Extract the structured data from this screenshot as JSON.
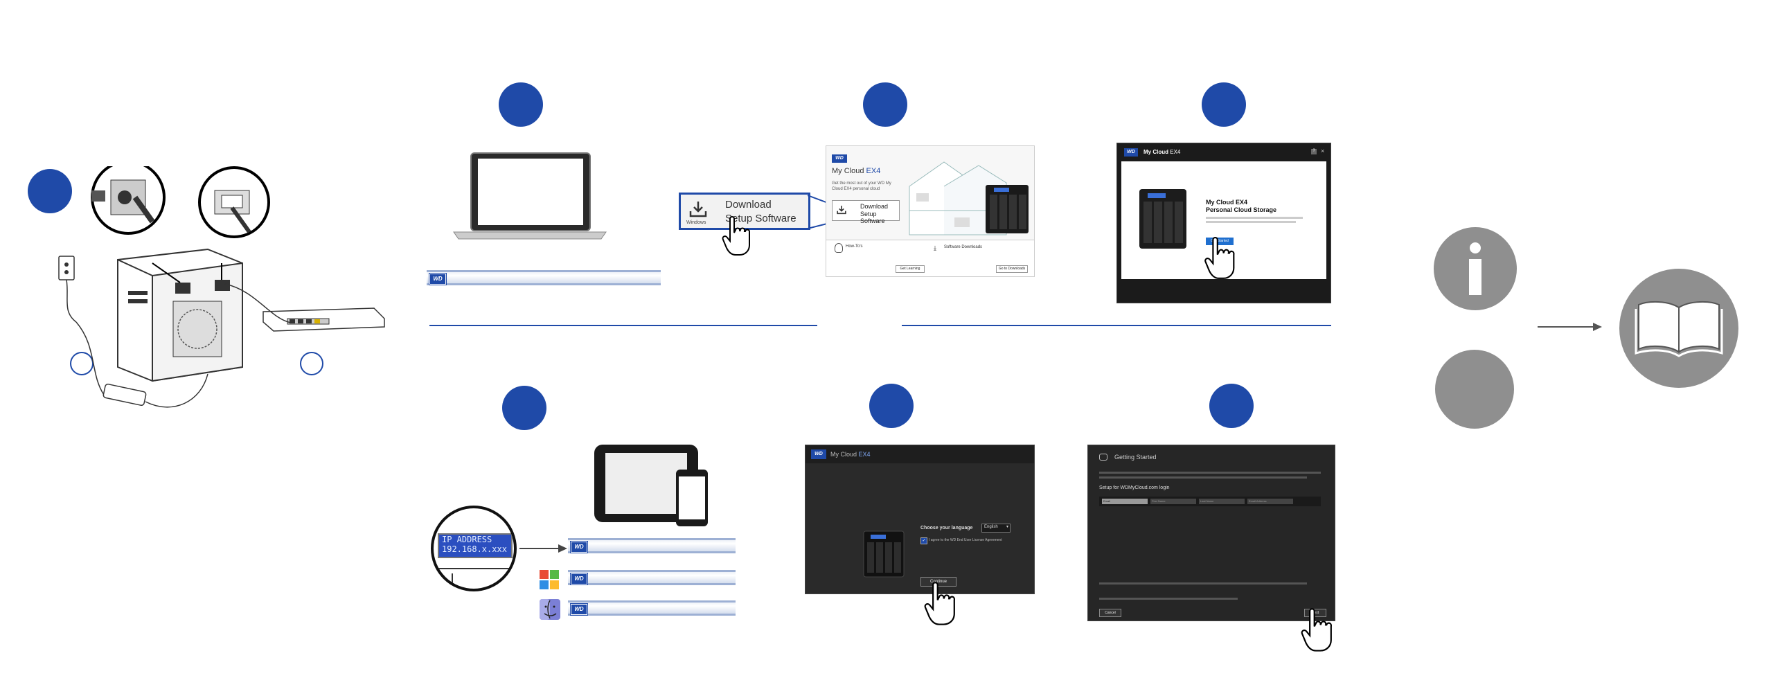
{
  "colors": {
    "accent": "#1f4aa8",
    "gray": "#8f8f8f",
    "dark_panel": "#2a2a2a"
  },
  "step3": {
    "callout_label": "Download\nSetup Software",
    "callout_line1": "Download",
    "callout_line2": "Setup Software",
    "callout_os": "Windows",
    "browser": {
      "brand": "My Cloud",
      "model": "EX4",
      "tagline": "Get the most out of your WD My Cloud EX4 personal cloud",
      "download_line1": "Download",
      "download_line2": "Setup Software",
      "panel1_title": "How-To's",
      "panel2_title": "Software Downloads",
      "panel1_btn": "Get Learning",
      "panel2_btn": "Go to Downloads"
    }
  },
  "step4": {
    "window_title": "My Cloud",
    "window_model": "EX4",
    "heading1": "My Cloud EX4",
    "heading2": "Personal Cloud Storage",
    "button": "Get Started"
  },
  "step6": {
    "window_title": "My Cloud",
    "window_model": "EX4",
    "prompt": "Choose your language",
    "language": "English",
    "agree": "I agree to the WD End User License Agreement",
    "button": "Continue"
  },
  "step7": {
    "title": "Getting Started",
    "section": "Setup for WDMyCloud.com login",
    "fields": [
      "Email",
      "First Name",
      "Last Name",
      "Email Address"
    ],
    "cancel": "Cancel",
    "next": "Next"
  },
  "step5": {
    "lcd_line1": "IP ADDRESS",
    "lcd_line2": "192.168.x.xxx"
  }
}
